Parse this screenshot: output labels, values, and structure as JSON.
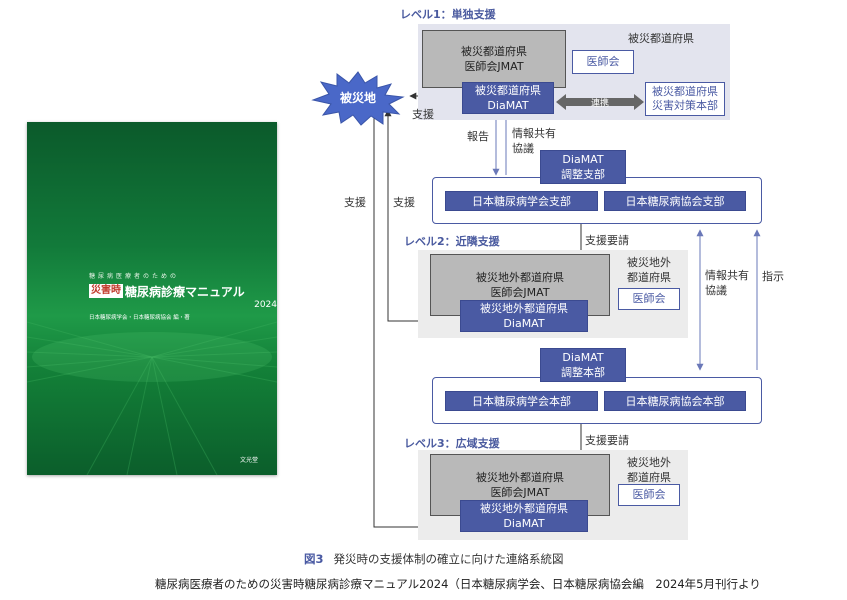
{
  "cover": {
    "subtitle": "糖尿病医療者のための",
    "badge": "災害時",
    "title": "糖尿病診療マニュアル",
    "year": "2024",
    "authors": "日本糖尿病学会・日本糖尿病協会 編・著",
    "publisher": "文光堂"
  },
  "diagram": {
    "disaster_area": "被災地",
    "level1": {
      "label": "レベル1：単独支援",
      "area_label": "被災都道府県",
      "med_assoc_jmat": "被災都道府県\n医師会JMAT",
      "medical_association": "医師会",
      "diamat": "被災都道府県\nDiaMAT",
      "hq": "被災都道府県\n災害対策本部",
      "liaison": "連携",
      "support": "支援"
    },
    "report": "報告",
    "info_share_consult": "情報共有\n協議",
    "branch": {
      "diamat_office": "DiaMAT\n調整支部",
      "jds": "日本糖尿病学会支部",
      "jada": "日本糖尿病協会支部"
    },
    "support_left_outer": "支援",
    "support_left_inner": "支援",
    "level2": {
      "label": "レベル2：近隣支援",
      "request": "支援要請",
      "area_label": "被災地外\n都道府県",
      "med_assoc_jmat": "被災地外都道府県\n医師会JMAT",
      "medical_association": "医師会",
      "diamat": "被災地外都道府県\nDiaMAT"
    },
    "right_info": "情報共有\n協議",
    "right_direct": "指示",
    "headquarters": {
      "diamat_office": "DiaMAT\n調整本部",
      "jds": "日本糖尿病学会本部",
      "jada": "日本糖尿病協会本部"
    },
    "level3": {
      "label": "レベル3：広域支援",
      "request": "支援要請",
      "area_label": "被災地外\n都道府県",
      "med_assoc_jmat": "被災地外都道府県\n医師会JMAT",
      "medical_association": "医師会",
      "diamat": "被災地外都道府県\nDiaMAT"
    },
    "caption_fig": "図3",
    "caption": "発災時の支援体制の確立に向けた連絡系統図"
  },
  "source": "糖尿病医療者のための災害時糖尿病診療マニュアル2024（日本糖尿病学会、日本糖尿病協会編　2024年5月刊行より",
  "colors": {
    "navy": "#4a5aa3",
    "cover_green": "#127a3a",
    "panel": "#e3e4ee"
  }
}
